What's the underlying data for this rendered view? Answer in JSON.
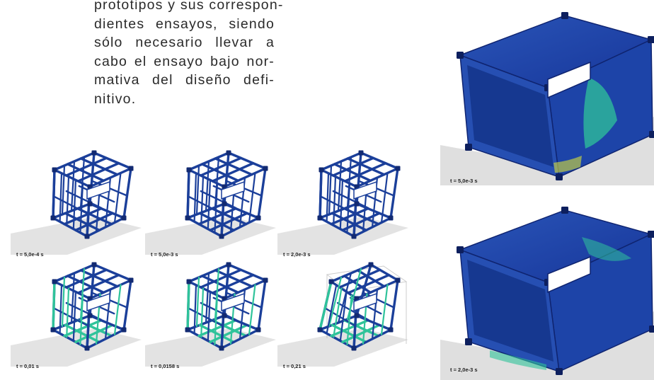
{
  "paragraph": {
    "lines": [
      "prototipos y sus correspon-",
      "dientes ensayos, siendo",
      "sólo necesario llevar a",
      "cabo el ensayo bajo nor-",
      "mativa del diseño defi-",
      "nitivo."
    ]
  },
  "frames_panels": [
    {
      "label": "t = 5,0e-4 s"
    },
    {
      "label": "t = 5,0e-3 s"
    },
    {
      "label": "t = 2,0e-3 s"
    },
    {
      "label": "t = 0,01 s"
    },
    {
      "label": "t = 0,0158 s"
    },
    {
      "label": "t = 0,21 s"
    }
  ],
  "container_panels": [
    {
      "label": "t = 5,0e-3 s"
    },
    {
      "label": "t = 2,0e-3 s"
    }
  ],
  "colors": {
    "frame_blue": "#1b3f9a",
    "frame_dark": "#122a72",
    "stress_green": "#2fc39a",
    "ground": "#d9d9d9"
  }
}
